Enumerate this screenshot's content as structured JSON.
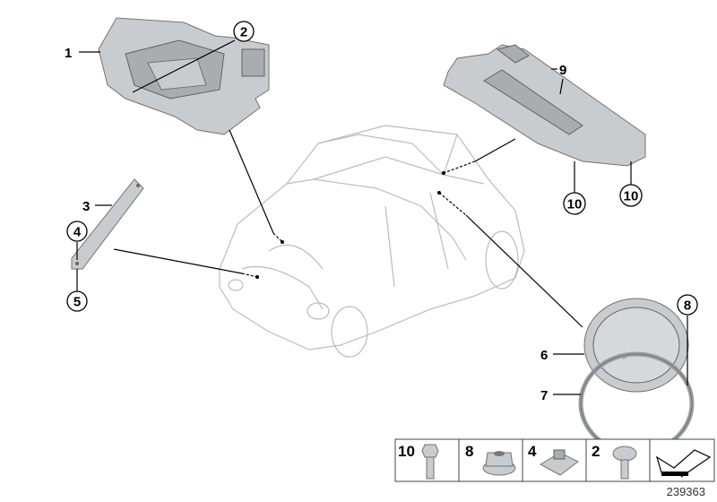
{
  "callouts": {
    "c1": "1",
    "c2": "2",
    "c3": "3",
    "c4": "4",
    "c5": "5",
    "c6": "6",
    "c7": "7",
    "c8": "8",
    "c9": "9",
    "c10a": "10",
    "c10b": "10"
  },
  "parts_strip": [
    {
      "number": "10",
      "icon": "hex-bolt-icon"
    },
    {
      "number": "8",
      "icon": "flange-nut-icon"
    },
    {
      "number": "4",
      "icon": "clip-nut-icon"
    },
    {
      "number": "2",
      "icon": "torx-screw-icon"
    },
    {
      "number": "",
      "icon": "direction-arrow-icon"
    }
  ],
  "diagram_id": "239363"
}
